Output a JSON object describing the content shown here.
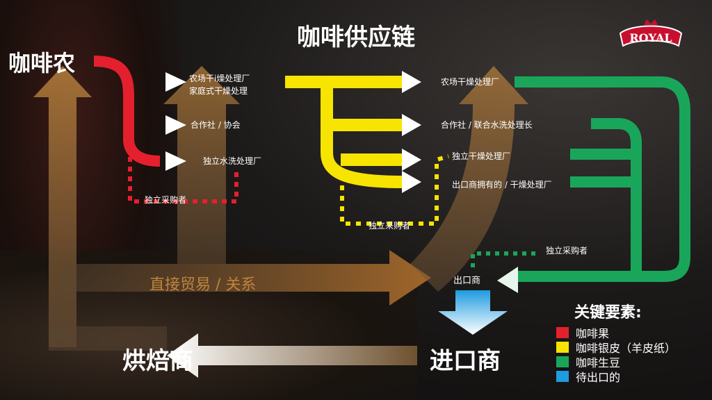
{
  "title": "咖啡供应链",
  "logo": "ROYAL",
  "nodes": {
    "farmer": "咖啡农",
    "exporter": "出口商",
    "importer": "进口商",
    "roaster": "烘焙商"
  },
  "cherry_stage": {
    "targets": [
      "农场干i燥处理厂",
      "家庭式干燥处理",
      "合作社 / 协会",
      "独立水洗处理厂"
    ],
    "buyer": "独立采购者"
  },
  "parchment_stage": {
    "targets": [
      "农场干燥处理厂",
      "合作社 / 联合水洗处理长",
      "独立干燥处理厂",
      "出口商拥有的 / 干燥处理厂"
    ],
    "buyer": "独立采购者"
  },
  "green_stage": {
    "buyer": "独立采购者"
  },
  "direct_trade": "直接贸易 / 关系",
  "legend": {
    "title": "关键要素:",
    "items": [
      {
        "label": "咖啡果",
        "color": "#e5202e"
      },
      {
        "label": "咖啡银皮（羊皮纸）",
        "color": "#f7e400"
      },
      {
        "label": "咖啡生豆",
        "color": "#1aa65a"
      },
      {
        "label": "待出口的",
        "color": "#1f9be0"
      }
    ]
  }
}
